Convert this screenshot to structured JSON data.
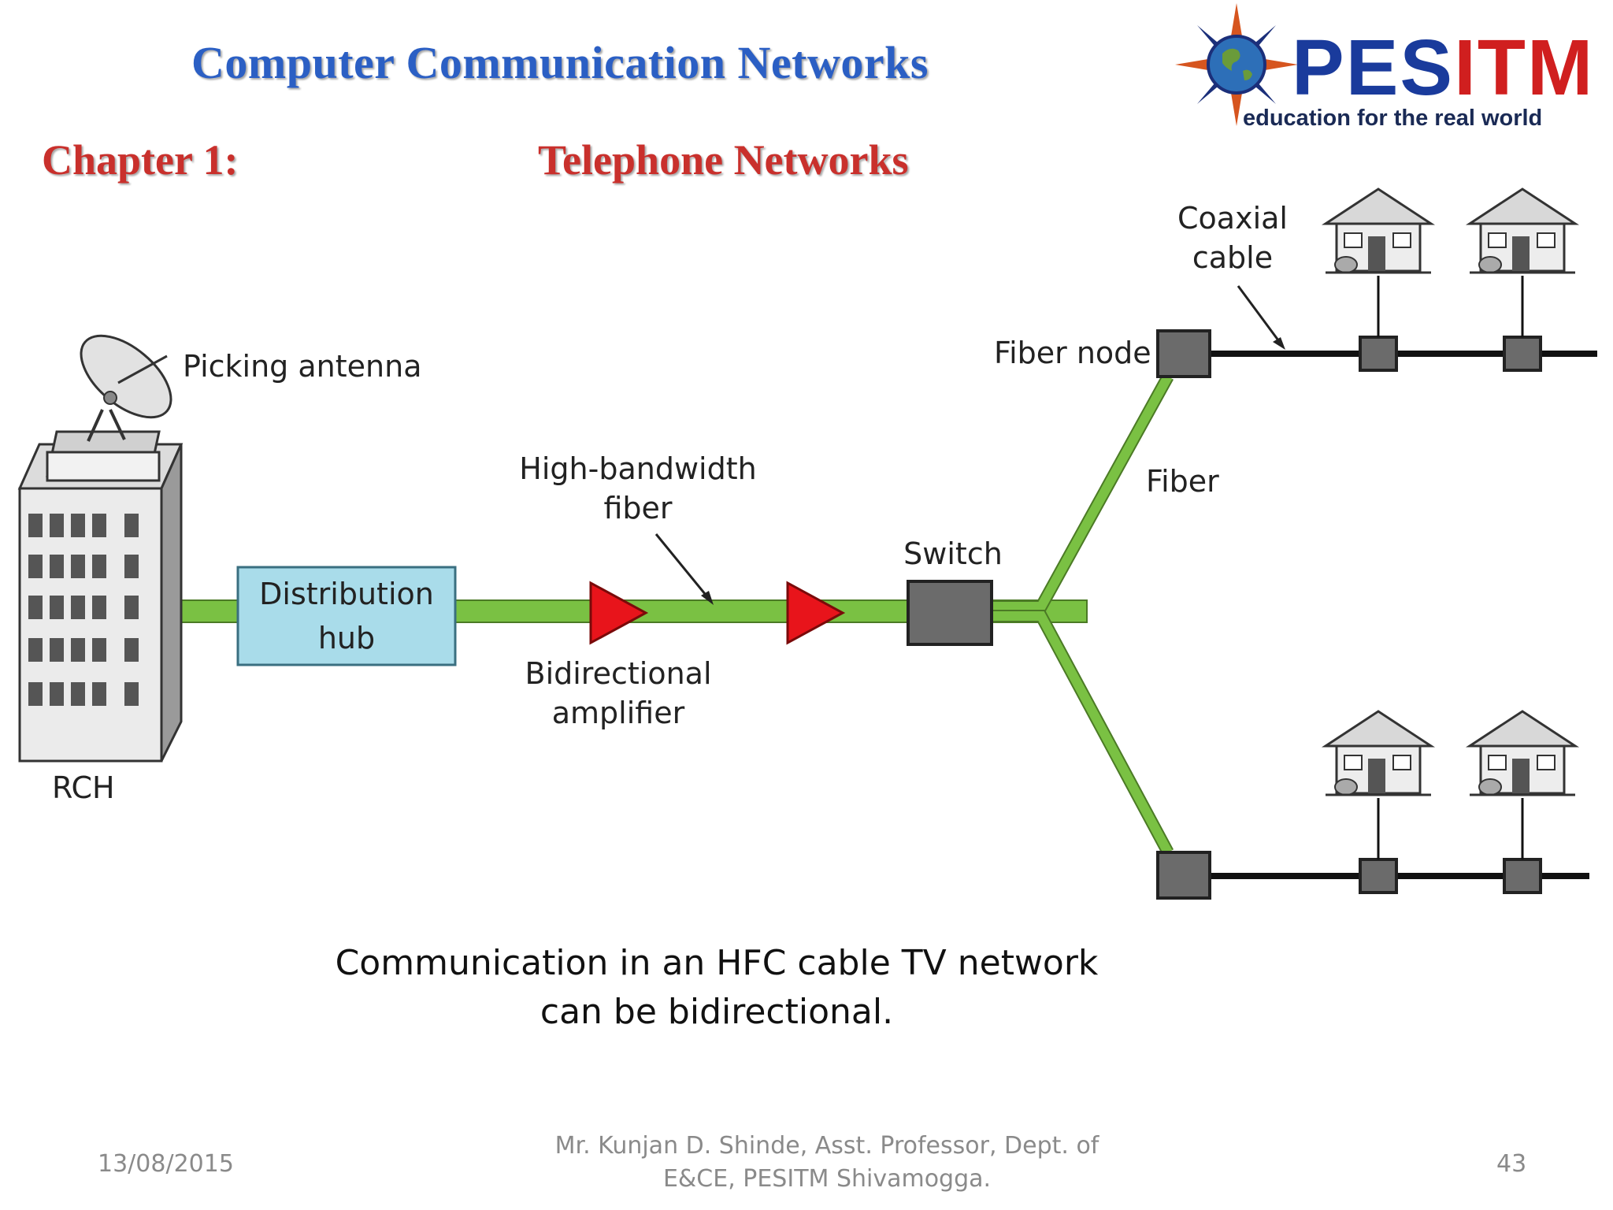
{
  "header": {
    "course_title": "Computer Communication Networks",
    "chapter": "Chapter 1:",
    "topic": "Telephone Networks"
  },
  "logo": {
    "name_part1": "PES",
    "name_part2": "ITM",
    "tagline": "education for the real world",
    "icon": "globe-compass-icon"
  },
  "diagram": {
    "antenna_label": "Picking antenna",
    "rch_label": "RCH",
    "hub_label_line1": "Distribution",
    "hub_label_line2": "hub",
    "fiber_label_line1": "High-bandwidth",
    "fiber_label_line2": "fiber",
    "amplifier_label_line1": "Bidirectional",
    "amplifier_label_line2": "amplifier",
    "switch_label": "Switch",
    "fiber_branch_label": "Fiber",
    "fiber_node_label": "Fiber node",
    "coax_label_line1": "Coaxial",
    "coax_label_line2": "cable",
    "colors": {
      "fiber": "#7ac143",
      "amplifier": "#e8141b",
      "hub": "#a9dcea",
      "node": "#6b6b6b"
    }
  },
  "caption": {
    "line1": "Communication in an HFC cable TV network",
    "line2": "can be bidirectional."
  },
  "footer": {
    "date": "13/08/2015",
    "author_line1": "Mr. Kunjan D. Shinde, Asst. Professor, Dept. of",
    "author_line2": "E&CE, PESITM Shivamogga.",
    "page_number": "43"
  }
}
